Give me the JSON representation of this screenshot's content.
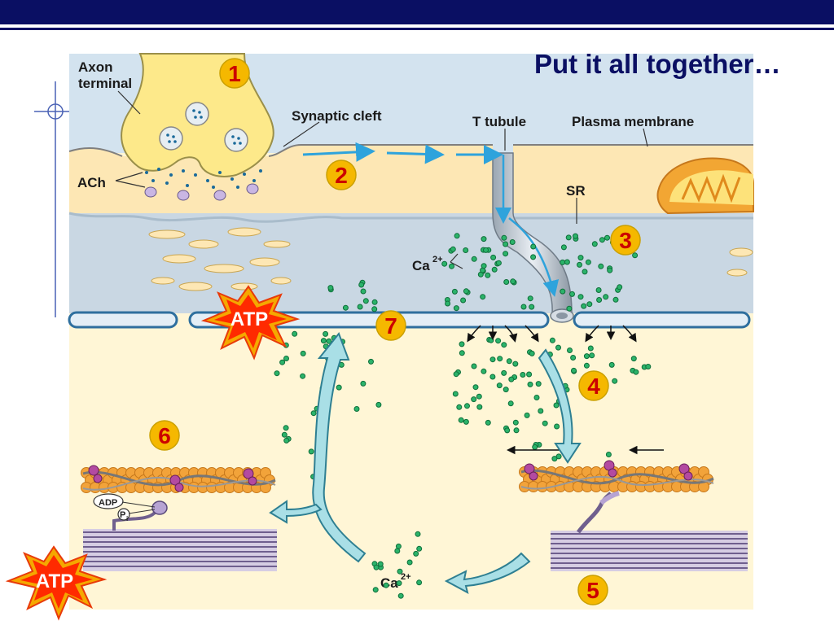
{
  "slide": {
    "title": "Put it all together…"
  },
  "labels": {
    "axon_terminal_line1": "Axon",
    "axon_terminal_line2": "terminal",
    "synaptic_cleft": "Synaptic cleft",
    "t_tubule": "T tubule",
    "plasma_membrane": "Plasma membrane",
    "ach": "ACh",
    "sr": "SR",
    "ca_upper": "Ca",
    "ca_upper_sup": "2+",
    "ca_lower": "Ca",
    "ca_lower_sup": "2+",
    "adp": "ADP",
    "pi": "P",
    "pi_sub": "i"
  },
  "steps": [
    "1",
    "2",
    "3",
    "4",
    "5",
    "6",
    "7"
  ],
  "atp_bursts": [
    "ATP",
    "ATP"
  ],
  "colors": {
    "header": "#0a0f63",
    "step_circle": "#f5b800",
    "step_number": "#cc0000",
    "calcium": "#1a9a5a",
    "ach_dot": "#1a6a9a",
    "sarcoplasm": "#fff6d6",
    "sr": "#c9d7e3",
    "membrane": "#2e6f9e",
    "axon": "#fde98a",
    "actin": "#f2a33a",
    "myosin": "#8b7aa6"
  }
}
